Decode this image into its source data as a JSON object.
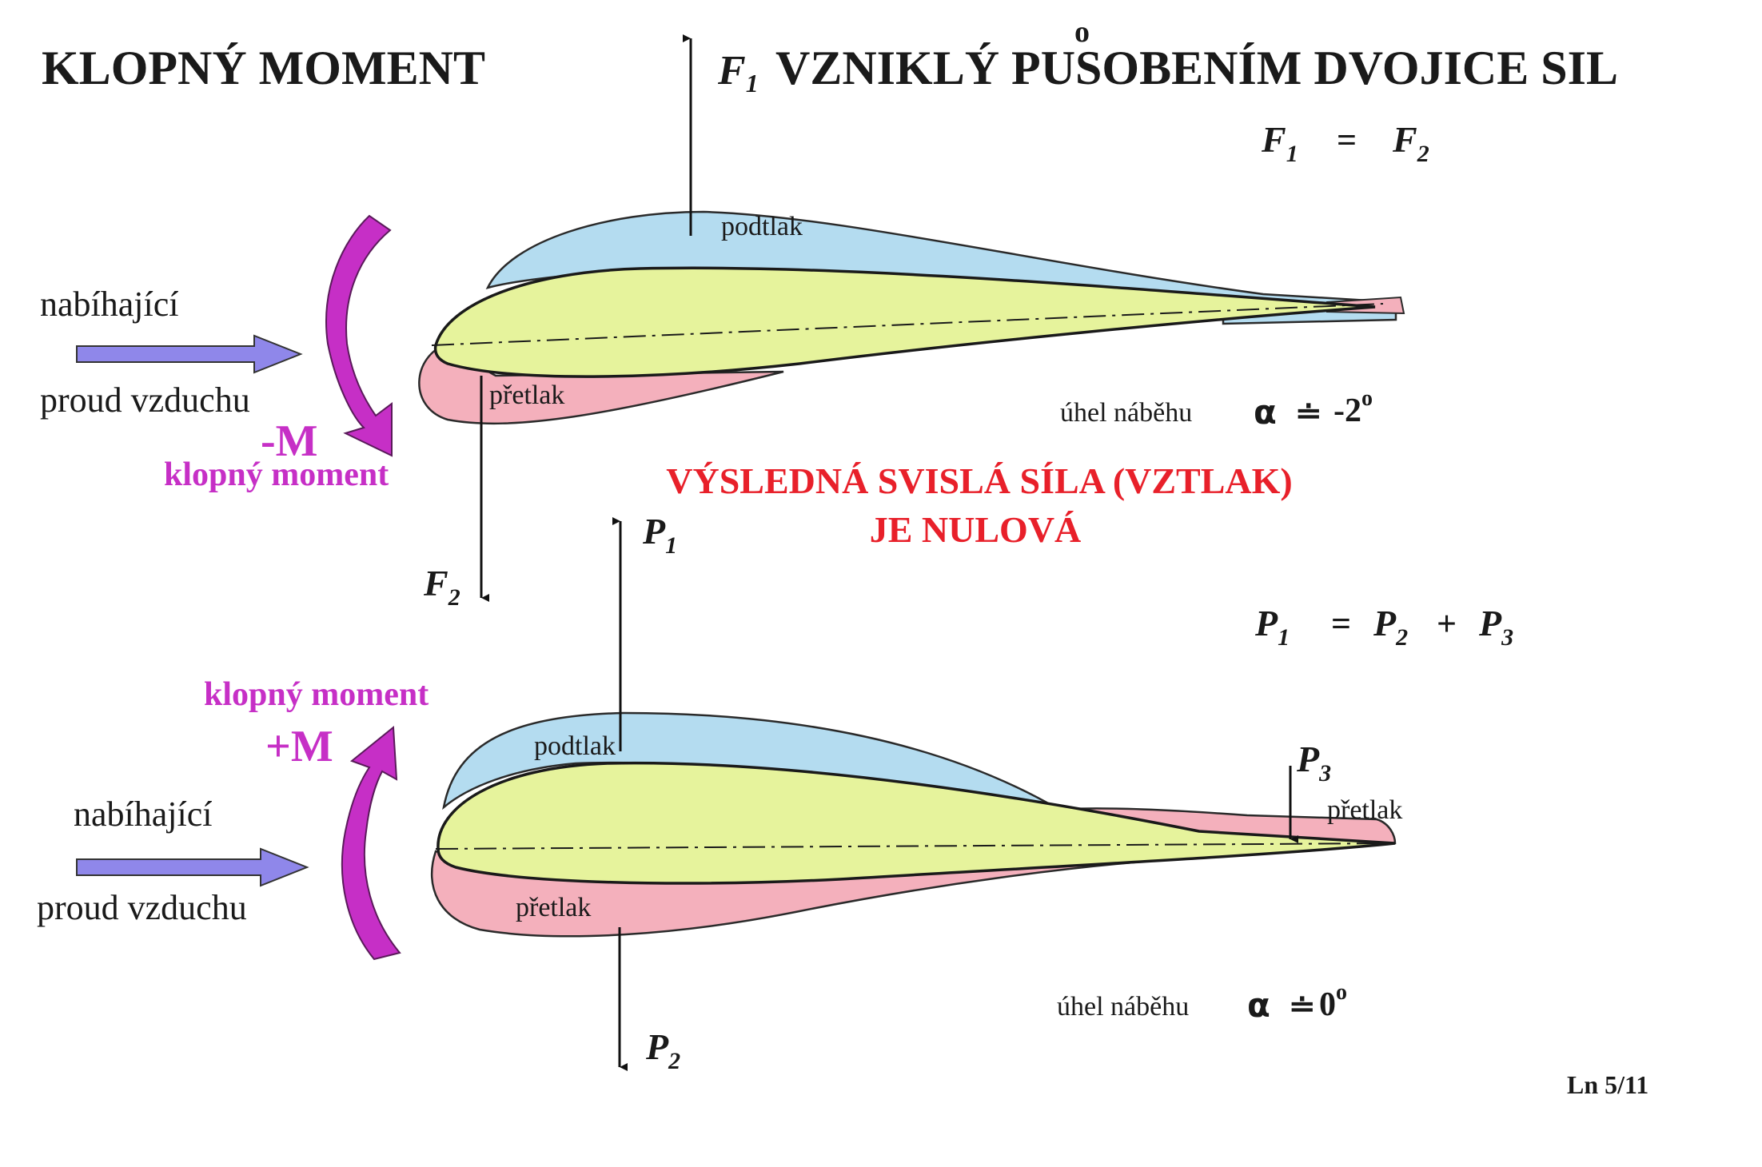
{
  "title": {
    "left": "KLOPNÝ  MOMENT",
    "force_f1": "F",
    "force_f1_sub": "1",
    "right_pre": "VZNIKLÝ  P",
    "right_u": "U",
    "right_ring": "o",
    "right_post": "SOBENÍM  DVOJICE  SIL"
  },
  "top_equation": {
    "lhs": "F",
    "lhs_sub": "1",
    "eq": "=",
    "rhs": "F",
    "rhs_sub": "2"
  },
  "top_profile": {
    "podtlak": "podtlak",
    "pretlak": "přetlak",
    "flow_line1": "nabíhající",
    "flow_line2": "proud vzduchu",
    "moment_symbol": "-M",
    "moment_label": "klopný  moment",
    "f2": "F",
    "f2_sub": "2",
    "angle_label": "úhel  náběhu",
    "alpha": "α",
    "approx": "≐",
    "angle_value": "-2",
    "degree": "o"
  },
  "result_note": {
    "line1": "VÝSLEDNÁ  SVISLÁ  SÍLA (VZTLAK)",
    "line2": "JE  NULOVÁ"
  },
  "bottom_equation": {
    "p1": "P",
    "p1_sub": "1",
    "eq": "=",
    "p2": "P",
    "p2_sub": "2",
    "plus": "+",
    "p3": "P",
    "p3_sub": "3"
  },
  "bottom_profile": {
    "p1": "P",
    "p1_sub": "1",
    "podtlak": "podtlak",
    "pretlak_bottom": "přetlak",
    "pretlak_tail": "přetlak",
    "p3": "P",
    "p3_sub": "3",
    "p2": "P",
    "p2_sub": "2",
    "flow_line1": "nabíhající",
    "flow_line2": "proud vzduchu",
    "moment_label": "klopný  moment",
    "moment_symbol": "+M",
    "angle_label": "úhel  náběhu",
    "alpha": "α",
    "approx": "≐",
    "angle_value": "0",
    "degree": "o"
  },
  "footer": {
    "code": "Ln 5/11"
  },
  "colors": {
    "suction": "#b4dcf0",
    "pressure": "#f4b0bc",
    "airfoil": "#e6f39c",
    "flow_arrow": "#8f87ea",
    "moment_arrow": "#c62fc6",
    "red_text": "#e8202a"
  }
}
